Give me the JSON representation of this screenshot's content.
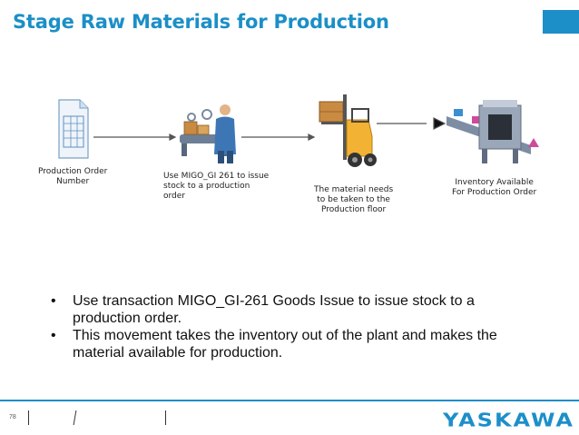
{
  "slide": {
    "title": "Stage Raw Materials for Production",
    "page_number": "78"
  },
  "flow": {
    "steps": [
      {
        "label_lines": [
          "Production Order",
          "Number"
        ],
        "icon": "document-icon"
      },
      {
        "label_lines": [
          "Use MIGO_GI 261 to issue",
          "stock to a production",
          "order"
        ],
        "icon": "worker-conveyor-icon"
      },
      {
        "label_lines": [
          "The material needs",
          "to be taken to the",
          "Production floor"
        ],
        "icon": "forklift-icon"
      },
      {
        "label_lines": [
          "Inventory Available",
          "For Production Order"
        ],
        "icon": "machine-conveyor-icon"
      }
    ]
  },
  "bullets": [
    "Use transaction MIGO_GI-261 Goods Issue to issue stock to a production order.",
    "This movement takes the inventory out of the plant and makes the material available for production."
  ],
  "footer": {
    "logo_text": "YASKAWA",
    "accent_color": "#1c8fc9"
  }
}
